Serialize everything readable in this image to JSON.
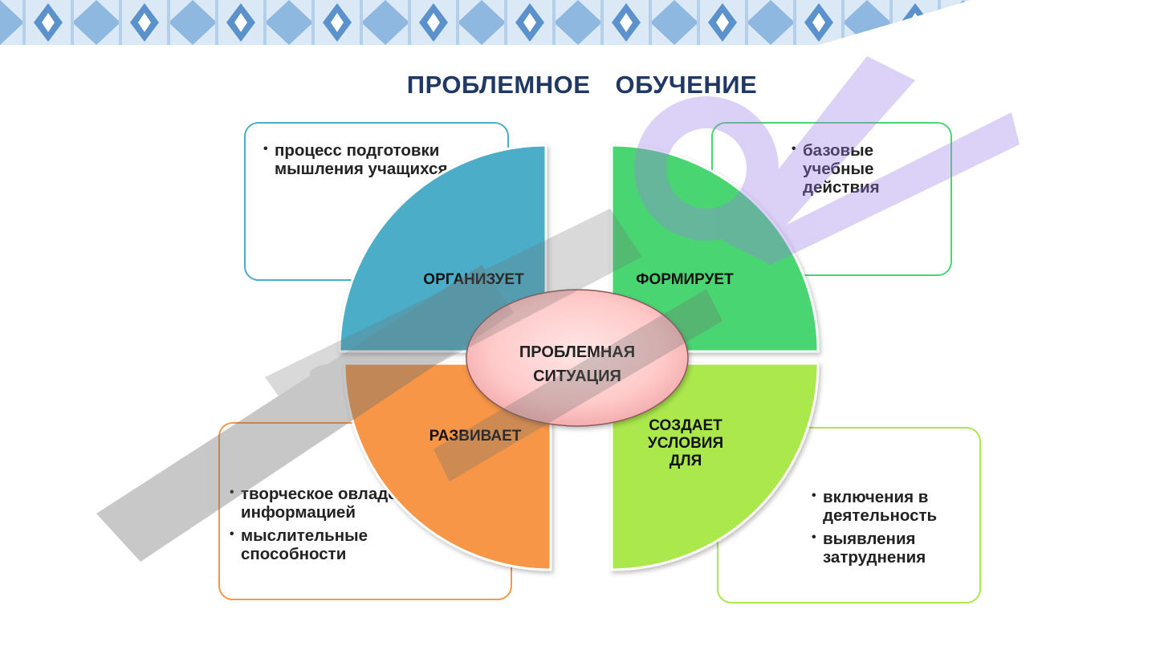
{
  "title": "ПРОБЛЕМНОЕ ОБУЧЕНИЕ",
  "center": {
    "line1": "ПРОБЛЕМНАЯ",
    "line2": "СИТУАЦИЯ"
  },
  "quadrants": {
    "top_left": {
      "label": "ОРГАНИЗУЕТ",
      "color": "#4badc8"
    },
    "top_right": {
      "label": "ФОРМИРУЕТ",
      "color": "#48d672"
    },
    "bottom_left": {
      "label": "РАЗВИВАЕТ",
      "color": "#f79646"
    },
    "bottom_right": {
      "label_line1": "СОЗДАЕТ",
      "label_line2": "УСЛОВИЯ",
      "label_line3": "ДЛЯ",
      "color": "#abe84c"
    }
  },
  "boxes": {
    "top_left": {
      "items": [
        "процесс подготовки мышления учащихся"
      ],
      "border": "#4badc8"
    },
    "top_right": {
      "items": [
        "базовые учебные действия"
      ],
      "border": "#48d672"
    },
    "bottom_left": {
      "items": [
        "творческое овладение информацией",
        "мыслительные способности"
      ],
      "border": "#f79646"
    },
    "bottom_right": {
      "items": [
        "включения в деятельность",
        "выявления затруднения"
      ],
      "border": "#abe84c"
    }
  }
}
